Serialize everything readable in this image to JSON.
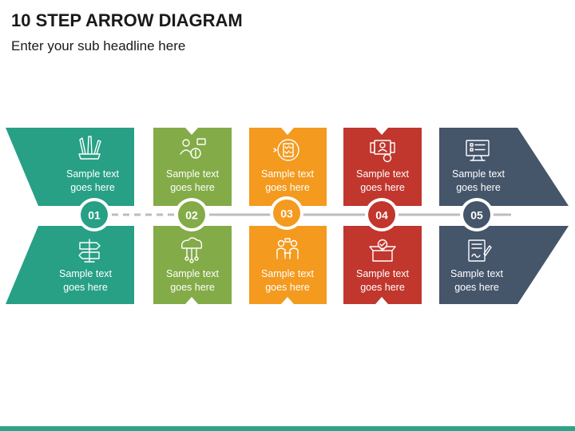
{
  "header": {
    "title": "10 STEP ARROW DIAGRAM",
    "subtitle": "Enter your sub headline here"
  },
  "colors": {
    "accent_bar": "#2aa58a",
    "connector": "#bdbdbd",
    "text_on_shape": "#ffffff"
  },
  "steps": [
    {
      "number": "01",
      "color": "#27a085",
      "top": {
        "text_line1": "Sample text",
        "text_line2": "goes here",
        "icon": "art-supplies-icon"
      },
      "bottom": {
        "text_line1": "Sample text",
        "text_line2": "goes here",
        "icon": "signpost-icon"
      }
    },
    {
      "number": "02",
      "color": "#83ab47",
      "top": {
        "text_line1": "Sample text",
        "text_line2": "goes here",
        "icon": "person-dollar-icon"
      },
      "bottom": {
        "text_line1": "Sample text",
        "text_line2": "goes here",
        "icon": "cloud-network-icon"
      }
    },
    {
      "number": "03",
      "color": "#f39a1f",
      "top": {
        "text_line1": "Sample text",
        "text_line2": "goes here",
        "icon": "checklist-icon"
      },
      "bottom": {
        "text_line1": "Sample text",
        "text_line2": "goes here",
        "icon": "team-meeting-icon"
      }
    },
    {
      "number": "04",
      "color": "#c1362d",
      "top": {
        "text_line1": "Sample text",
        "text_line2": "goes here",
        "icon": "profile-documents-icon"
      },
      "bottom": {
        "text_line1": "Sample text",
        "text_line2": "goes here",
        "icon": "package-check-icon"
      }
    },
    {
      "number": "05",
      "color": "#45556a",
      "top": {
        "text_line1": "Sample text",
        "text_line2": "goes here",
        "icon": "monitor-checklist-icon"
      },
      "bottom": {
        "text_line1": "Sample text",
        "text_line2": "goes here",
        "icon": "signed-contract-icon"
      }
    }
  ]
}
